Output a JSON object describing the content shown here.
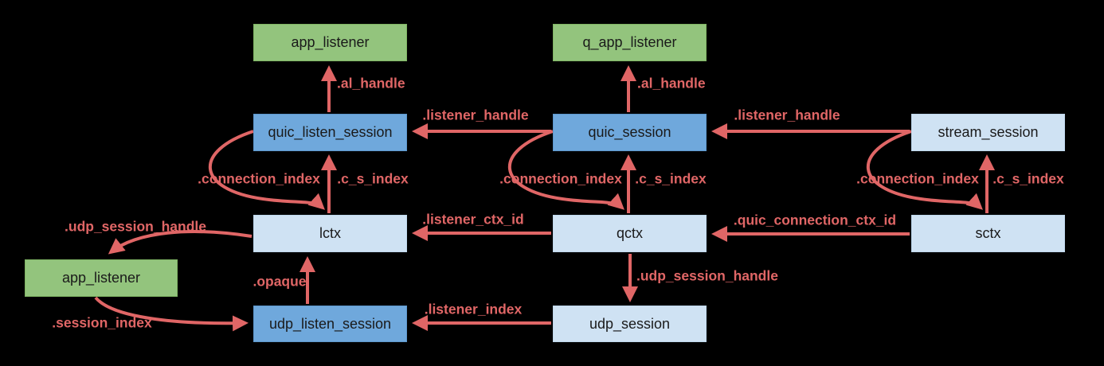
{
  "diagram": {
    "title": "quic session / context relationship diagram",
    "colors": {
      "background": "#000000",
      "node_green": "#93c47d",
      "node_blue": "#6fa8dc",
      "node_light_blue": "#cfe2f3",
      "node_text": "#1a1a1a",
      "edge": "#e06666"
    },
    "nodes": [
      {
        "id": "app_listener_top",
        "label": "app_listener",
        "type": "green"
      },
      {
        "id": "q_app_listener",
        "label": "q_app_listener",
        "type": "green"
      },
      {
        "id": "quic_listen_session",
        "label": "quic_listen_session",
        "type": "blue"
      },
      {
        "id": "quic_session",
        "label": "quic_session",
        "type": "blue"
      },
      {
        "id": "stream_session",
        "label": "stream_session",
        "type": "light_blue"
      },
      {
        "id": "lctx",
        "label": "lctx",
        "type": "light_blue"
      },
      {
        "id": "qctx",
        "label": "qctx",
        "type": "light_blue"
      },
      {
        "id": "sctx",
        "label": "sctx",
        "type": "light_blue"
      },
      {
        "id": "app_listener_left",
        "label": "app_listener",
        "type": "green"
      },
      {
        "id": "udp_listen_session",
        "label": "udp_listen_session",
        "type": "blue"
      },
      {
        "id": "udp_session",
        "label": "udp_session",
        "type": "light_blue"
      }
    ],
    "edges": [
      {
        "label": ".al_handle",
        "from": "quic_listen_session",
        "to": "app_listener_top"
      },
      {
        "label": ".al_handle",
        "from": "quic_session",
        "to": "q_app_listener"
      },
      {
        "label": ".listener_handle",
        "from": "quic_session",
        "to": "quic_listen_session"
      },
      {
        "label": ".listener_handle",
        "from": "stream_session",
        "to": "quic_session"
      },
      {
        "label": ".connection_index",
        "from": "quic_listen_session",
        "to": "lctx"
      },
      {
        "label": ".c_s_index",
        "from": "lctx",
        "to": "quic_listen_session"
      },
      {
        "label": ".connection_index",
        "from": "quic_session",
        "to": "qctx"
      },
      {
        "label": ".c_s_index",
        "from": "qctx",
        "to": "quic_session"
      },
      {
        "label": ".connection_index",
        "from": "stream_session",
        "to": "sctx"
      },
      {
        "label": ".c_s_index",
        "from": "sctx",
        "to": "stream_session"
      },
      {
        "label": ".listener_ctx_id",
        "from": "qctx",
        "to": "lctx"
      },
      {
        "label": ".quic_connection_ctx_id",
        "from": "sctx",
        "to": "qctx"
      },
      {
        "label": ".udp_session_handle",
        "from": "lctx",
        "to": "app_listener_left"
      },
      {
        "label": ".udp_session_handle",
        "from": "qctx",
        "to": "udp_session"
      },
      {
        "label": ".opaque",
        "from": "udp_listen_session",
        "to": "lctx"
      },
      {
        "label": ".session_index",
        "from": "app_listener_left",
        "to": "udp_listen_session"
      },
      {
        "label": ".listener_index",
        "from": "udp_session",
        "to": "udp_listen_session"
      }
    ]
  }
}
